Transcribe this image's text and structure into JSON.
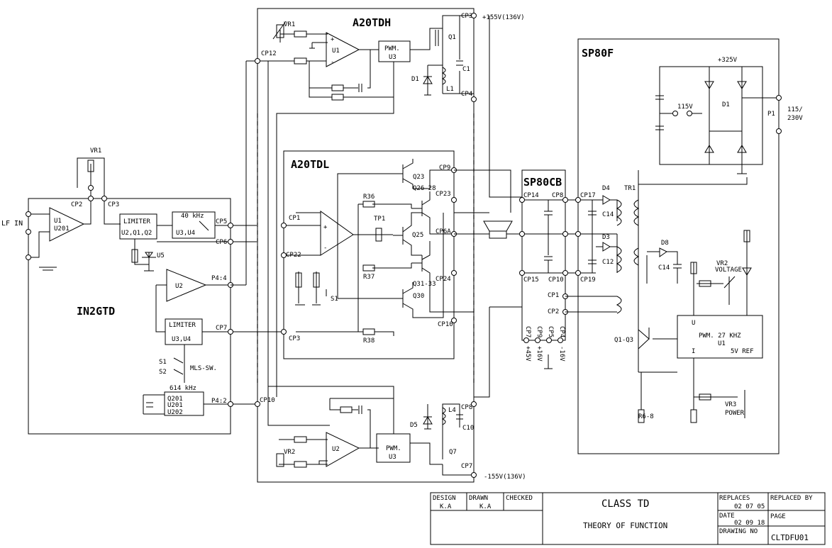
{
  "blocks": {
    "in2gtd": "IN2GTD",
    "a20tdh": "A20TDH",
    "a20tdl": "A20TDL",
    "sp80f": "SP80F",
    "sp80cb": "SP80CB"
  },
  "in2gtd": {
    "input": "LF IN",
    "u1_line1": "U1",
    "u1_line2": "U201",
    "vr1": "VR1",
    "cp2": "CP2",
    "cp3": "CP3",
    "limiter1_title": "LIMITER",
    "limiter1_parts": "U2,Q1,Q2",
    "osc_title": "40 kHz",
    "osc_parts": "U3,U4",
    "u5": "U5",
    "u2": "U2",
    "limiter2_title": "LIMITER",
    "limiter2_parts": "U3,U4",
    "s1": "S1",
    "s2": "S2",
    "mls": "MLS-SW.",
    "xtal_title": "614 kHz",
    "xtal_l1": "Q201",
    "xtal_l2": "U201",
    "xtal_l3": "U202",
    "cp5": "CP5",
    "cp6": "CP6",
    "p4_4": "P4:4",
    "cp7": "CP7",
    "p4_2": "P4:2"
  },
  "a20tdh": {
    "vr1": "VR1",
    "cp12": "CP12",
    "u1": "U1",
    "pwm_l1": "PWM.",
    "pwm_l2": "U3",
    "q1": "Q1",
    "c1": "C1",
    "d1": "D1",
    "l1": "L1",
    "cp3": "CP3",
    "cp4": "CP4",
    "supply": "+155V(136V)"
  },
  "a20tdl": {
    "cp9": "CP9",
    "q23": "Q23",
    "q26": "Q26-28",
    "r36": "R36",
    "cp23": "CP23",
    "tp1": "TP1",
    "q25": "Q25",
    "cp6a": "CP6A",
    "cp1": "CP1",
    "cp22": "CP22",
    "r37": "R37",
    "q31": "Q31-33",
    "cp24": "CP24",
    "q30": "Q30",
    "s1": "S1",
    "cp10": "CP10",
    "cp3": "CP3",
    "r38": "R38"
  },
  "lower": {
    "cp10": "CP10",
    "cp8": "CP8",
    "l4": "L4",
    "c10": "C10",
    "d5": "D5",
    "u2": "U2",
    "pwm_l1": "PWM.",
    "pwm_l2": "U3",
    "q7": "Q7",
    "vr2": "VR2",
    "cp7": "CP7",
    "supply": "-155V(136V)"
  },
  "sp80cb": {
    "cp14": "CP14",
    "cp8": "CP8",
    "cp15": "CP15",
    "cp10": "CP10",
    "cp1": "CP1",
    "cp2": "CP2",
    "pins": [
      {
        "cp": "CP7",
        "v": "+45V"
      },
      {
        "cp": "CP9",
        "v": "+16V"
      },
      {
        "cp": "CP5",
        "v": ""
      },
      {
        "cp": "CP4",
        "v": "-16V"
      }
    ]
  },
  "sp80f": {
    "cp17": "CP17",
    "d4": "D4",
    "c14a": "C14",
    "d3": "D3",
    "c12": "C12",
    "cp19": "CP19",
    "tr1": "TR1",
    "v325": "+325V",
    "v115": "115V",
    "d1": "D1",
    "p1": "P1",
    "mains_l1": "115/",
    "mains_l2": "230V",
    "d8": "D8",
    "c14b": "C14",
    "vr2": "VR2",
    "voltage": "VOLTAGE",
    "u": "U",
    "pwm": "PWM. 27 KHZ",
    "u1": "U1",
    "i": "I",
    "ref": "5V REF",
    "q1q3": "Q1-Q3",
    "r6": "R6-8",
    "vr3": "VR3",
    "power": "POWER"
  },
  "titleblock": {
    "design_h": "DESIGN",
    "design_v": "K.A",
    "drawn_h": "DRAWN",
    "drawn_v": "K.A",
    "checked_h": "CHECKED",
    "title": "CLASS TD",
    "subtitle": "THEORY OF FUNCTION",
    "replaces_h": "REPLACES",
    "replaces_v": "02 07 05",
    "replacedby_h": "REPLACED BY",
    "date_h": "DATE",
    "date_v": "02 09 18",
    "page_h": "PAGE",
    "drawingno_h": "DRAWING NO",
    "drawingno_v": "CLTDFU01"
  }
}
